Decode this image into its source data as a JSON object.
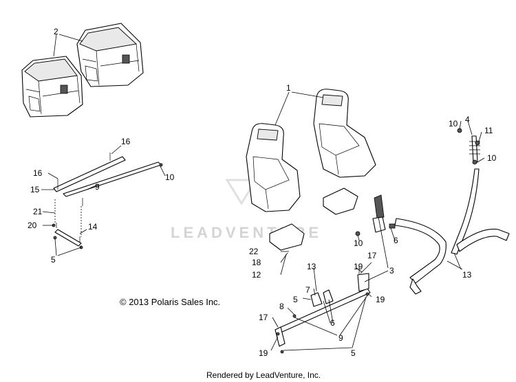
{
  "watermark": "LEADVENTURE",
  "copyright": "© 2013 Polaris Sales Inc.",
  "footer": "Rendered by LeadVenture, Inc.",
  "callouts": {
    "c1": "1",
    "c2": "2",
    "c3": "3",
    "c4": "4",
    "c5a": "5",
    "c5b": "5",
    "c5c": "5",
    "c6a": "6",
    "c6b": "6",
    "c7": "7",
    "c8": "8",
    "c9a": "9",
    "c9b": "9",
    "c10a": "10",
    "c10b": "10",
    "c10c": "10",
    "c10d": "10",
    "c11": "11",
    "c12": "12",
    "c13a": "13",
    "c13b": "13",
    "c14": "14",
    "c15": "15",
    "c16a": "16",
    "c16b": "16",
    "c17a": "17",
    "c17b": "17",
    "c18": "18",
    "c19a": "19",
    "c19b": "19",
    "c19c": "19",
    "c20": "20",
    "c21": "21",
    "c22": "22"
  }
}
